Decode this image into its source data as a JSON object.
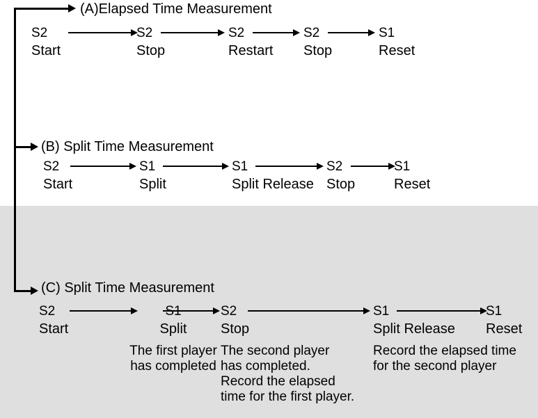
{
  "diagram": {
    "title_a": "(A)Elapsed Time Measurement",
    "title_b": "(B) Split Time Measurement",
    "title_c": "(C) Split Time Measurement",
    "sections": [
      {
        "id": "A",
        "title": "(A)Elapsed Time Measurement",
        "nodes": [
          {
            "state": "S2",
            "label": "Start",
            "note": ""
          },
          {
            "state": "S2",
            "label": "Stop",
            "note": ""
          },
          {
            "state": "S2",
            "label": "Restart",
            "note": ""
          },
          {
            "state": "S2",
            "label": "Stop",
            "note": ""
          },
          {
            "state": "S1",
            "label": "Reset",
            "note": ""
          }
        ]
      },
      {
        "id": "B",
        "title": "(B) Split Time Measurement",
        "nodes": [
          {
            "state": "S2",
            "label": "Start",
            "note": ""
          },
          {
            "state": "S1",
            "label": "Split",
            "note": ""
          },
          {
            "state": "S1",
            "label": "Split Release",
            "note": ""
          },
          {
            "state": "S2",
            "label": "Stop",
            "note": ""
          },
          {
            "state": "S1",
            "label": "Reset",
            "note": ""
          }
        ]
      },
      {
        "id": "C",
        "title": "(C) Split Time Measurement",
        "nodes": [
          {
            "state": "S2",
            "label": "Start",
            "note": ""
          },
          {
            "state": "S1",
            "label": "Split",
            "note": "The first player\nhas completed"
          },
          {
            "state": "S2",
            "label": "Stop",
            "note": "The second player\nhas completed.\nRecord the elapsed\ntime for the first player."
          },
          {
            "state": "S1",
            "label": "Split Release",
            "note": "Record the elapsed time\nfor the second player"
          },
          {
            "state": "S1",
            "label": "Reset",
            "note": ""
          }
        ]
      }
    ],
    "colors": {
      "background": "#ffffff",
      "shaded_band": "#dedfde",
      "ink": "#000000"
    }
  }
}
